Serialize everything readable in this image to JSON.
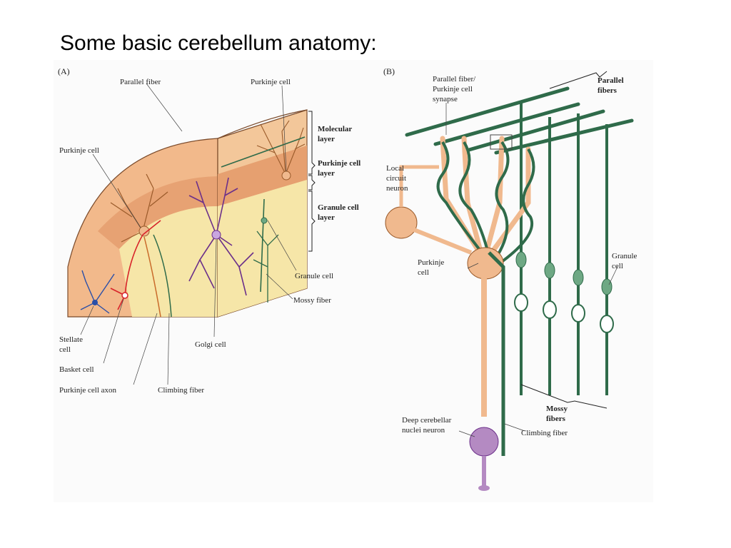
{
  "slide": {
    "title": "Some basic cerebellum anatomy:"
  },
  "panel_a": {
    "letter": "(A)",
    "labels": {
      "parallel_fiber": "Parallel fiber",
      "purkinje_cell_top": "Purkinje cell",
      "purkinje_cell_left": "Purkinje cell",
      "molecular_layer": [
        "Molecular",
        "layer"
      ],
      "purkinje_cell_layer": [
        "Purkinje cell",
        "layer"
      ],
      "granule_cell_layer": [
        "Granule cell",
        "layer"
      ],
      "granule_cell": "Granule cell",
      "mossy_fiber": "Mossy fiber",
      "stellate_cell": [
        "Stellate",
        "cell"
      ],
      "basket_cell": "Basket cell",
      "purkinje_cell_axon": "Purkinje cell axon",
      "climbing_fiber": "Climbing fiber",
      "golgi_cell": "Golgi cell"
    }
  },
  "panel_b": {
    "letter": "(B)",
    "labels": {
      "synapse": [
        "Parallel fiber/",
        "Purkinje cell",
        "synapse"
      ],
      "parallel_fibers": [
        "Parallel",
        "fibers"
      ],
      "local_circuit_neuron": [
        "Local",
        "circuit",
        "neuron"
      ],
      "purkinje_cell": [
        "Purkinje",
        "cell"
      ],
      "granule_cell": [
        "Granule",
        "cell"
      ],
      "mossy_fibers": [
        "Mossy",
        "fibers"
      ],
      "deep_nuclei_neuron": [
        "Deep cerebellar",
        "nuclei neuron"
      ],
      "climbing_fiber": "Climbing fiber"
    }
  },
  "colors": {
    "tissue": "#f2b98b",
    "purkinje_band": "#e6a070",
    "granule_layer": "#f6e6a8",
    "cut_face": "#f3c79a",
    "fiber_green": "#2f6b4a",
    "granule_green": "#6ea884",
    "purkinje_cell": "#f0b98e",
    "golgi": "#6b2f8a",
    "basket": "#d8232a",
    "stellate": "#2a4fa8",
    "deep_neuron": "#b48ac2"
  }
}
